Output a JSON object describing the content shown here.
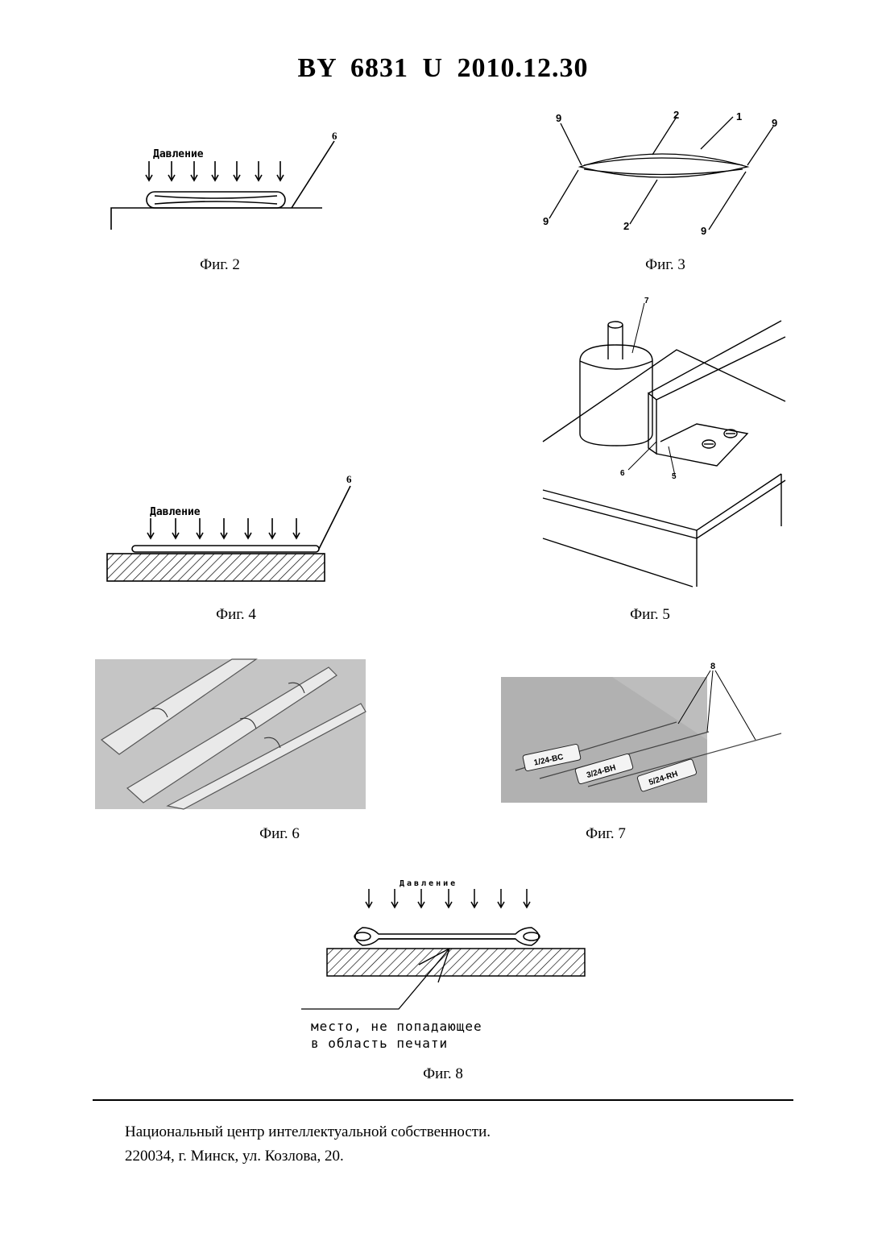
{
  "header": {
    "title": "BY  6831  U  2010.12.30"
  },
  "figures": {
    "fig2": {
      "caption": "Фиг. 2",
      "pressure_label": "Давление",
      "ref6": "6"
    },
    "fig3": {
      "caption": "Фиг. 3",
      "ref1": "1",
      "ref2": "2",
      "ref9": "9"
    },
    "fig4": {
      "caption": "Фиг. 4",
      "pressure_label": "Давление",
      "ref6": "6"
    },
    "fig5": {
      "caption": "Фиг. 5",
      "ref5": "5",
      "ref6": "6",
      "ref7": "7"
    },
    "fig6": {
      "caption": "Фиг. 6"
    },
    "fig7": {
      "caption": "Фиг. 7",
      "ref8": "8",
      "labels": [
        "1/24-BC",
        "3/24-BH",
        "5/24-RH"
      ]
    },
    "fig8": {
      "caption": "Фиг. 8",
      "pressure_label": "Давление",
      "note_line1": "место, не попадающее",
      "note_line2": "в область печати"
    }
  },
  "footer": {
    "line1": "Национальный центр интеллектуальной собственности.",
    "line2": "220034, г. Минск, ул. Козлова, 20."
  }
}
